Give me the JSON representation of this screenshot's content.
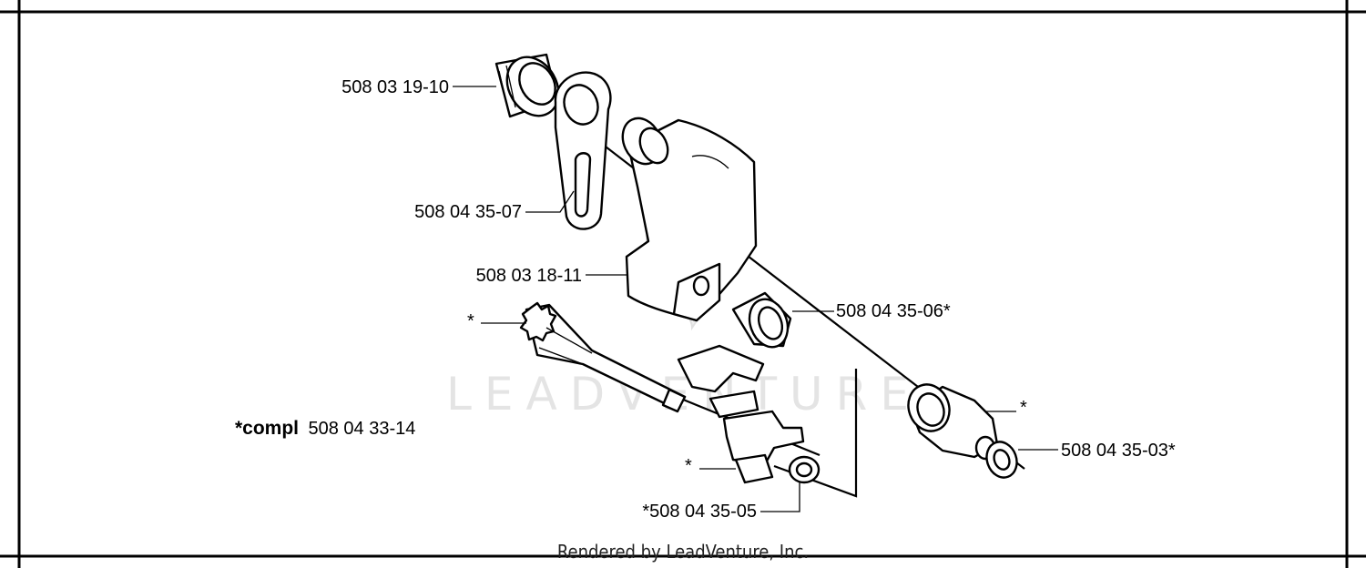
{
  "watermark": "LEADVENTURE",
  "footer": {
    "credit": "Rendered by LeadVenture, Inc."
  },
  "labels": {
    "cap": "508 03 19-10",
    "plate": "508 04 35-07",
    "housing": "508 03 18-11",
    "spacer": "508 04 35-06*",
    "shaft": "*",
    "compl_prefix": "*compl",
    "compl_number": "508 04 33-14",
    "coupler": "*",
    "washer_left": "*508 04 35-05",
    "gear": "*",
    "washer_right": "508 04 35-03*"
  },
  "colors": {
    "line": "#000000",
    "watermark": "#e4e4e4"
  }
}
